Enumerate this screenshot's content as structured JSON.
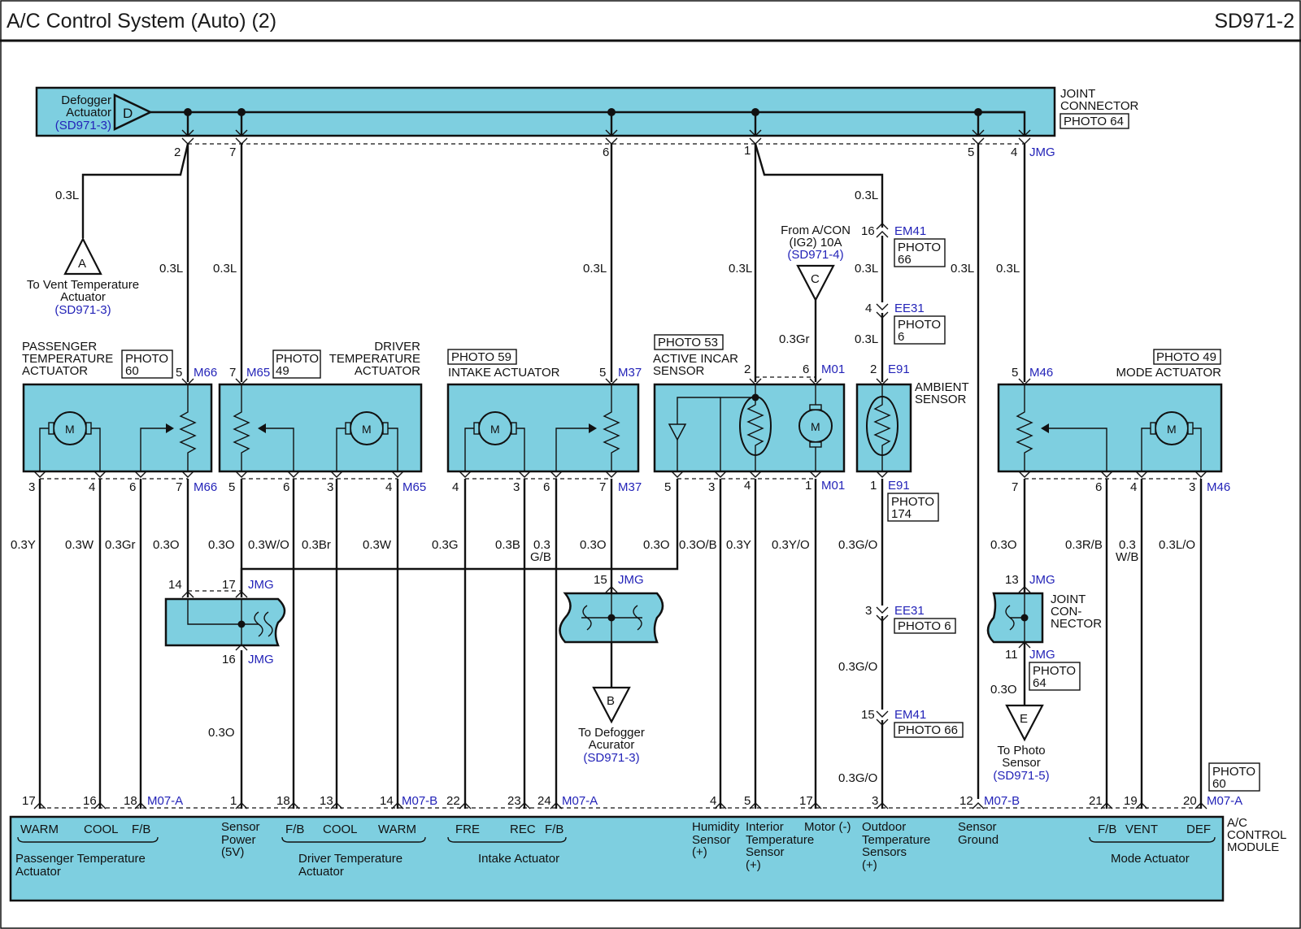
{
  "header": {
    "title": "A/C Control System (Auto) (2)",
    "code": "SD971-2"
  },
  "joint_connector": {
    "label_1": "JOINT",
    "label_2": "CONNECTOR",
    "photo": "PHOTO 64",
    "conn": "JMG",
    "pins": [
      "2",
      "7",
      "6",
      "1",
      "5",
      "4"
    ]
  },
  "defogger_actuator": {
    "line1": "Defogger",
    "line2": "Actuator",
    "ref": "(SD971-3)",
    "letter": "D"
  },
  "vent_temp": {
    "letter": "A",
    "line1": "To Vent Temperature",
    "line2": "Actuator",
    "ref": "(SD971-3)"
  },
  "from_acon": {
    "line1": "From A/CON",
    "line2": "(IG2) 10A",
    "ref": "(SD971-4)",
    "letter": "C"
  },
  "defogger_out": {
    "letter": "B",
    "line1": "To Defogger",
    "line2": "Acurator",
    "ref": "(SD971-3)"
  },
  "photo_sensor": {
    "letter": "E",
    "line1": "To Photo",
    "line2": "Sensor",
    "ref": "(SD971-5)"
  },
  "passenger_actuator": {
    "l1": "PASSENGER",
    "l2": "TEMPERATURE",
    "l3": "ACTUATOR",
    "photo_1": "PHOTO",
    "photo_2": "60",
    "top_pin": "5",
    "top_conn": "M66",
    "pins": [
      "3",
      "4",
      "6",
      "7"
    ],
    "bot_conn": "M66"
  },
  "driver_actuator": {
    "l1": "DRIVER",
    "l2": "TEMPERATURE",
    "l3": "ACTUATOR",
    "photo_1": "PHOTO",
    "photo_2": "49",
    "top_pin": "7",
    "top_conn": "M65",
    "pins": [
      "5",
      "6",
      "3",
      "4"
    ],
    "bot_conn": "M65"
  },
  "intake_actuator": {
    "photo": "PHOTO 59",
    "l1": "INTAKE ACTUATOR",
    "top_pin": "5",
    "top_conn": "M37",
    "pins": [
      "4",
      "3",
      "6",
      "7"
    ],
    "bot_conn": "M37"
  },
  "incar_sensor": {
    "photo": "PHOTO 53",
    "l1": "ACTIVE INCAR",
    "l2": "SENSOR",
    "top_pins": [
      "2",
      "6"
    ],
    "top_conn": "M01",
    "pins": [
      "5",
      "3",
      "4",
      "1"
    ],
    "bot_conn": "M01"
  },
  "ambient_sensor": {
    "l1": "AMBIENT",
    "l2": "SENSOR",
    "top_pin": "2",
    "top_conn": "E91",
    "bot_pin": "1",
    "bot_conn": "E91",
    "photo_1": "PHOTO",
    "photo_2": "174"
  },
  "mode_actuator": {
    "photo": "PHOTO 49",
    "l1": "MODE ACTUATOR",
    "top_pin": "5",
    "top_conn": "M46",
    "pins": [
      "7",
      "6",
      "4",
      "3"
    ],
    "bot_conn": "M46"
  },
  "em41_top": {
    "pin": "16",
    "conn": "EM41",
    "photo_1": "PHOTO",
    "photo_2": "66"
  },
  "ee31_top": {
    "pin": "4",
    "conn": "EE31",
    "photo_1": "PHOTO",
    "photo_2": "6"
  },
  "ee31_bot": {
    "pin": "3",
    "conn": "EE31",
    "photo": "PHOTO 6"
  },
  "em41_bot": {
    "pin": "15",
    "conn": "EM41",
    "photo": "PHOTO 66"
  },
  "jmg_left": {
    "pins": [
      "14",
      "17",
      "16"
    ],
    "conn": "JMG"
  },
  "jmg_mid": {
    "pin": "15",
    "conn": "JMG"
  },
  "jmg_right": {
    "pins": [
      "13",
      "11"
    ],
    "conn": "JMG",
    "l1": "JOINT",
    "l2": "CON-",
    "l3": "NECTOR",
    "photo_1": "PHOTO",
    "photo_2": "64"
  },
  "wire_labels": {
    "w_03L": "0.3L",
    "w_03Gr": "0.3Gr",
    "w_03Y": "0.3Y",
    "w_03W": "0.3W",
    "w_03O": "0.3O",
    "w_03WO": "0.3W/O",
    "w_03Br": "0.3Br",
    "w_03G": "0.3G",
    "w_03B": "0.3B",
    "w_03_1": "0.3",
    "w_GB": "G/B",
    "w_03OB": "0.3O/B",
    "w_03YO": "0.3Y/O",
    "w_03GO": "0.3G/O",
    "w_03RB": "0.3R/B",
    "w_WB": "W/B",
    "w_03LO": "0.3L/O"
  },
  "module": {
    "l1": "A/C",
    "l2": "CONTROL",
    "l3": "MODULE",
    "photo_1": "PHOTO",
    "photo_2": "60",
    "conn_a": "M07-A",
    "conn_b": "M07-B",
    "pins": [
      "17",
      "16",
      "18",
      "1",
      "18",
      "13",
      "14",
      "22",
      "23",
      "24",
      "4",
      "5",
      "17",
      "3",
      "12",
      "21",
      "19",
      "20"
    ],
    "warm": "WARM",
    "cool": "COOL",
    "fb": "F/B",
    "fre": "FRE",
    "rec": "REC",
    "vent": "VENT",
    "def": "DEF",
    "sensor_power": [
      "Sensor",
      "Power",
      "(5V)"
    ],
    "humidity": [
      "Humidity",
      "Sensor",
      "(+)"
    ],
    "interior": [
      "Interior",
      "Temperature",
      "Sensor",
      "(+)"
    ],
    "motor": "Motor (-)",
    "outdoor": [
      "Outdoor",
      "Temperature",
      "Sensors",
      "(+)"
    ],
    "ground": [
      "Sensor",
      "Ground"
    ],
    "grp_passenger": [
      "Passenger Temperature",
      "Actuator"
    ],
    "grp_driver": [
      "Driver Temperature",
      "Actuator"
    ],
    "grp_intake": "Intake Actuator",
    "grp_mode": "Mode Actuator"
  },
  "colors": {
    "component_fill": "#7ecfe0",
    "connector_text": "#2323b8",
    "wire": "#111111"
  }
}
